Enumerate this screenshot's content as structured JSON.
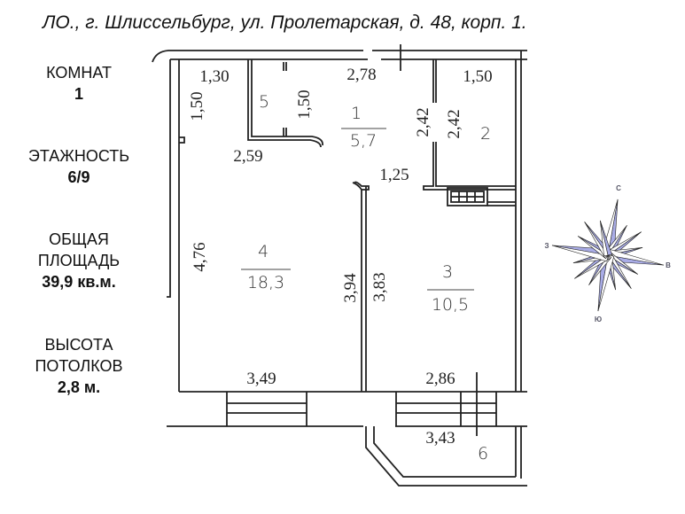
{
  "title": "ЛО., г. Шлиссельбург, ул. Пролетарская, д. 48, корп. 1.",
  "info": {
    "rooms_label": "КОМНАТ",
    "rooms_value": "1",
    "floor_label": "ЭТАЖНОСТЬ",
    "floor_value": "6/9",
    "area_label_1": "ОБЩАЯ",
    "area_label_2": "ПЛОЩАДЬ",
    "area_value": "39,9 кв.м.",
    "height_label_1": "ВЫСОТА",
    "height_label_2": "ПОТОЛКОВ",
    "height_value": "2,8 м."
  },
  "plan": {
    "rooms": [
      {
        "number": "1",
        "area": "5,7"
      },
      {
        "number": "2"
      },
      {
        "number": "3",
        "area": "10,5"
      },
      {
        "number": "4",
        "area": "18,3"
      },
      {
        "number": "5"
      },
      {
        "number": "6"
      }
    ],
    "dims": {
      "d130": "1,30",
      "d150a": "1,50",
      "d150b": "1,50",
      "d278": "2,78",
      "d150c": "1,50",
      "d242a": "2,42",
      "d242b": "2,42",
      "d259": "2,59",
      "d125": "1,25",
      "d476": "4,76",
      "d394": "3,94",
      "d383": "3,83",
      "d349": "3,49",
      "d286": "2,86",
      "d343": "3,43"
    }
  },
  "compass": {
    "north": "С",
    "south": "Ю",
    "west": "З",
    "east": "В",
    "color": "#a9ace6"
  }
}
